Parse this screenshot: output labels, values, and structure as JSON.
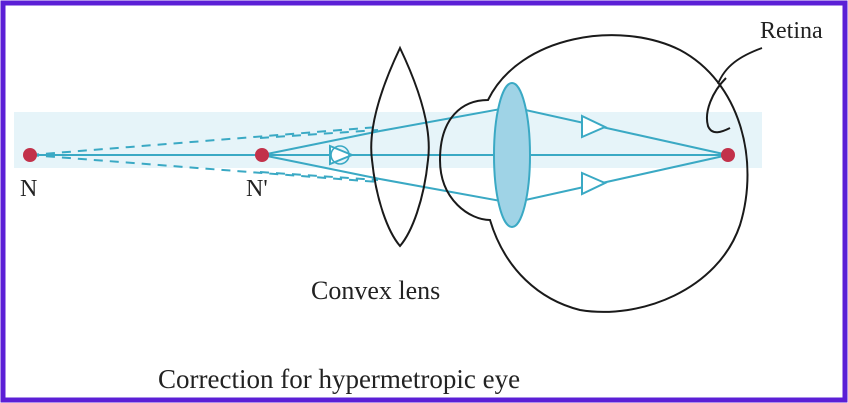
{
  "labels": {
    "retina": "Retina",
    "near_point": "N",
    "new_near_point": "N'",
    "lens": "Convex lens",
    "caption": "Correction for hypermetropic eye"
  },
  "colors": {
    "border": "#5b1fd6",
    "ray": "#3aa9c4",
    "ray_band": "#d8eef6",
    "eye_lens_fill": "#9fd3e6",
    "eye_lens_stroke": "#3aa9c4",
    "point": "#c2314a",
    "outline": "#1a1a1a"
  }
}
